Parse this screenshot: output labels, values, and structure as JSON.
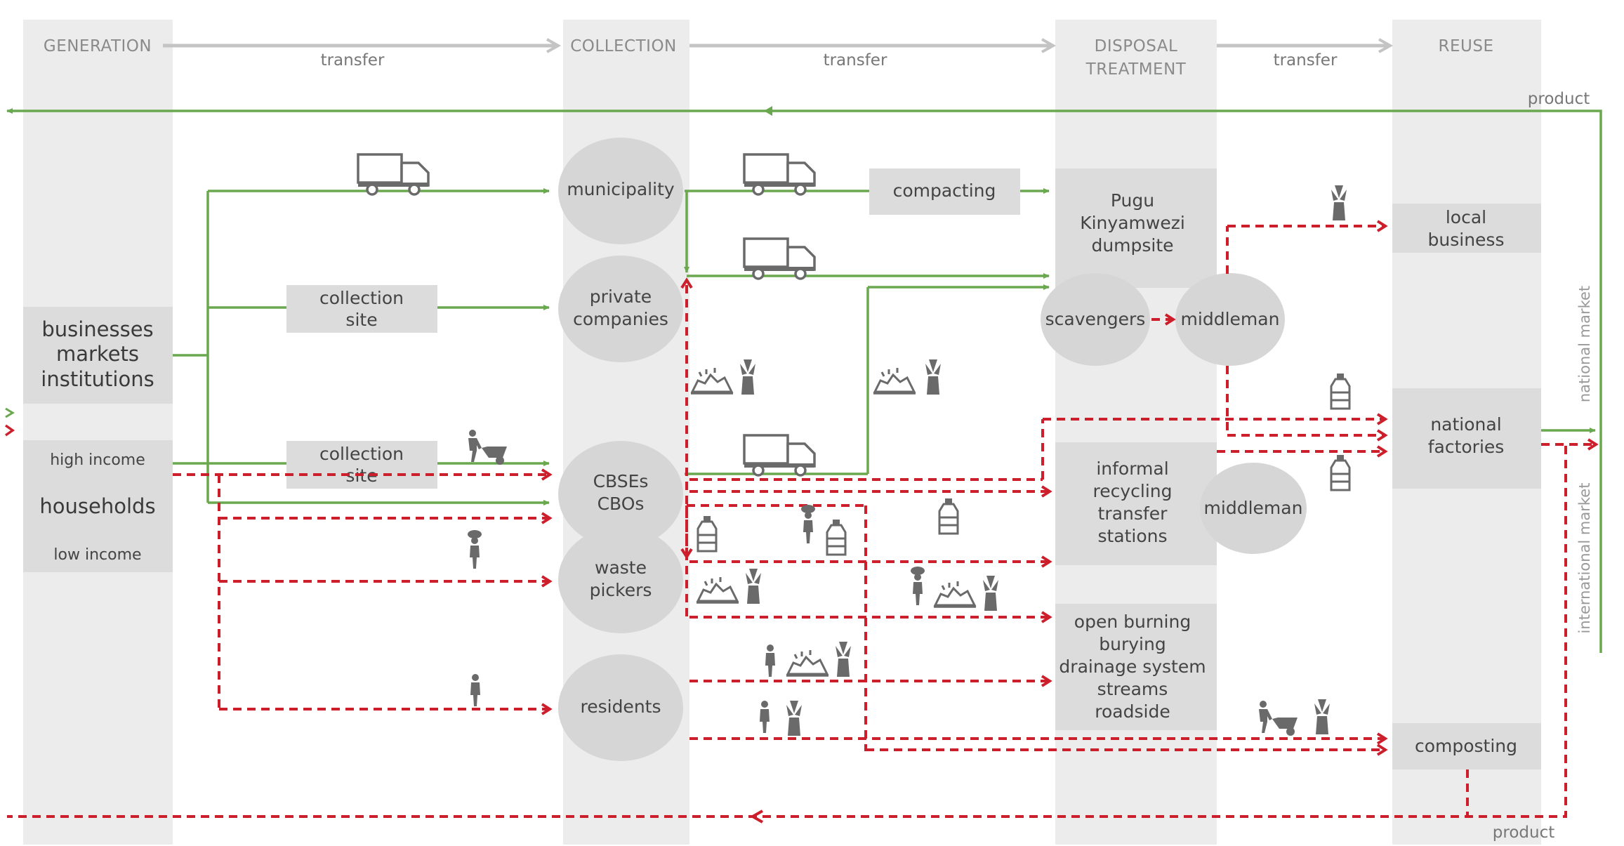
{
  "stages": {
    "generation": "GENERATION",
    "collection": "COLLECTION",
    "disposal_line1": "DISPOSAL",
    "disposal_line2": "TREATMENT",
    "reuse": "REUSE"
  },
  "transfer_labels": [
    "transfer",
    "transfer",
    "transfer"
  ],
  "product_labels": [
    "product",
    "product"
  ],
  "side_labels": {
    "national_market": "national market",
    "international_market": "international market"
  },
  "generation": {
    "businesses": [
      "businesses",
      "markets",
      "institutions"
    ],
    "high_income": "high income",
    "households": "households",
    "low_income": "low income"
  },
  "transfer_boxes": {
    "collection_site_1": [
      "collection",
      "site"
    ],
    "collection_site_2": [
      "collection",
      "site"
    ],
    "compacting": "compacting"
  },
  "collectors": {
    "municipality": "municipality",
    "private_companies": [
      "private",
      "companies"
    ],
    "cbses": [
      "CBSEs",
      "CBOs"
    ],
    "waste_pickers": [
      "waste",
      "pickers"
    ],
    "residents": "residents"
  },
  "disposal": {
    "dumpsite": [
      "Pugu",
      "Kinyamwezi",
      "dumpsite"
    ],
    "scavengers": "scavengers",
    "middleman_1": "middleman",
    "informal": [
      "informal",
      "recycling",
      "transfer",
      "stations"
    ],
    "middleman_2": "middleman",
    "open_burning": [
      "open burning",
      "burying",
      "drainage system",
      "streams",
      "roadside"
    ]
  },
  "reuse": {
    "local_business": [
      "local",
      "business"
    ],
    "national_factories": [
      "national",
      "factories"
    ],
    "composting": "composting"
  },
  "colors": {
    "formal_flow": "#6aa84f",
    "informal_flow": "#cc1f2b",
    "column_bg": "#ececec",
    "box_fill": "#dcdcdc",
    "icon": "#6a6a6a"
  },
  "icons": [
    "truck-icon",
    "waste-picker-icon",
    "cart-icon",
    "bottle-icon",
    "waste-pile-icon",
    "compost-plant-icon"
  ]
}
